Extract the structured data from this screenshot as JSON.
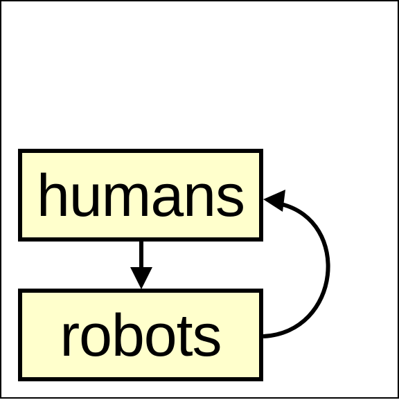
{
  "diagram": {
    "colors": {
      "node_fill": "#ffffcc",
      "stroke": "#000000",
      "background": "#ffffff"
    },
    "nodes": [
      {
        "id": "humans",
        "label": "humans"
      },
      {
        "id": "robots",
        "label": "robots"
      }
    ],
    "edges": [
      {
        "from": "humans",
        "to": "robots",
        "style": "straight"
      },
      {
        "from": "robots",
        "to": "humans",
        "style": "curved"
      }
    ]
  }
}
